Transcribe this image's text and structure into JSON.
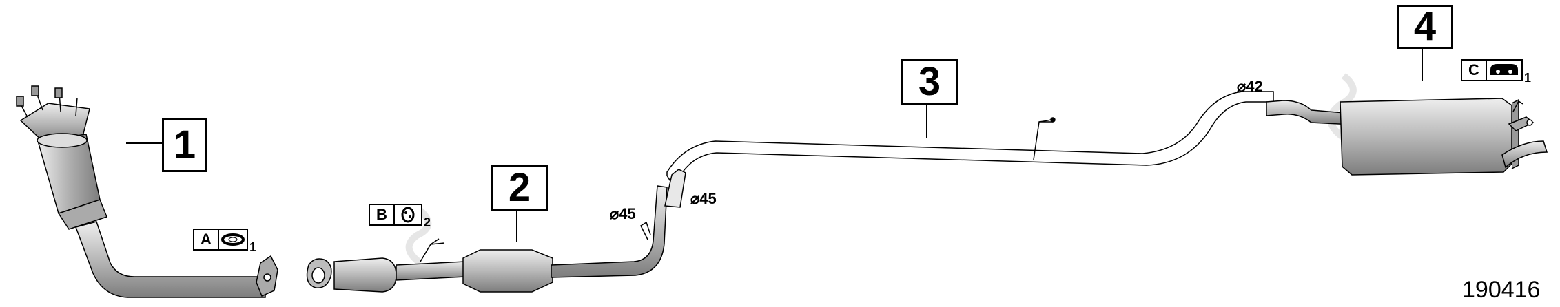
{
  "callouts": {
    "c1": "1",
    "c2": "2",
    "c3": "3",
    "c4": "4"
  },
  "kits": {
    "a": {
      "letter": "A",
      "qty": "1",
      "icon": "gasket-ring-icon"
    },
    "b": {
      "letter": "B",
      "qty": "2",
      "icon": "rubber-hanger-icon"
    },
    "c": {
      "letter": "C",
      "qty": "1",
      "icon": "exhaust-clamp-icon"
    }
  },
  "diameters": {
    "d1": "⌀45",
    "d2": "⌀45",
    "d3": "⌀42"
  },
  "reference_number": "190416",
  "colors": {
    "line": "#000000",
    "part_fill": "#c9c9c9",
    "part_dark": "#8f8f8f",
    "watermark": "#e4e4e4"
  }
}
